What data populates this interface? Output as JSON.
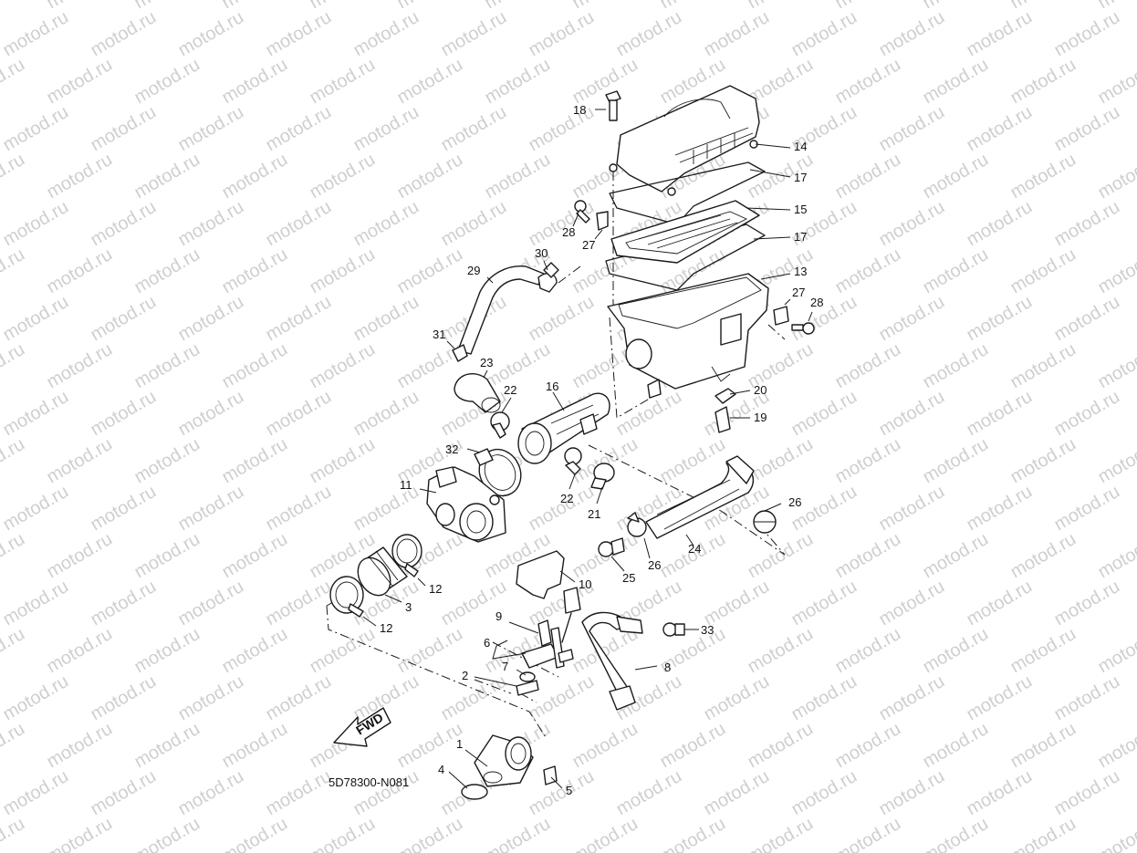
{
  "watermark": "motod.ru",
  "diagram_code": "5D78300-N081",
  "fwd_label": "FWD",
  "callouts": {
    "c1": "1",
    "c2": "2",
    "c3": "3",
    "c4": "4",
    "c5": "5",
    "c6": "6",
    "c7": "7",
    "c8": "8",
    "c9": "9",
    "c10": "10",
    "c11": "11",
    "c12a": "12",
    "c12b": "12",
    "c13": "13",
    "c14": "14",
    "c15": "15",
    "c16": "16",
    "c17a": "17",
    "c17b": "17",
    "c18": "18",
    "c19": "19",
    "c20": "20",
    "c21": "21",
    "c22a": "22",
    "c22b": "22",
    "c23": "23",
    "c24": "24",
    "c25": "25",
    "c26a": "26",
    "c26b": "26",
    "c27a": "27",
    "c27b": "27",
    "c28a": "28",
    "c28b": "28",
    "c29": "29",
    "c30": "30",
    "c31": "31",
    "c32": "32",
    "c33": "33"
  },
  "colors": {
    "line": "#1a1a1a",
    "watermark": "#cfcfcf",
    "background": "#ffffff"
  }
}
